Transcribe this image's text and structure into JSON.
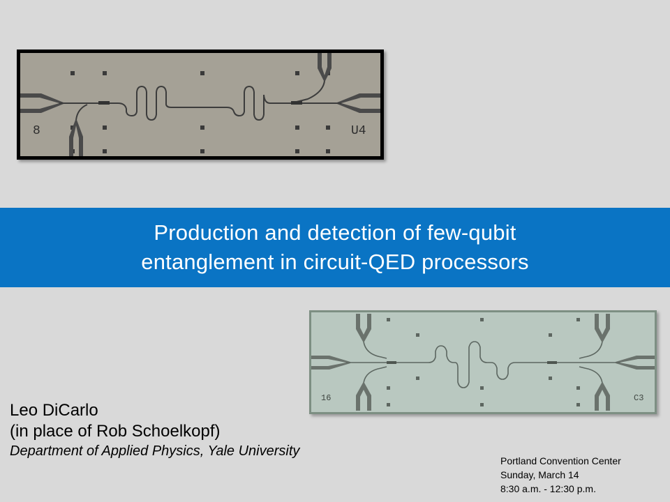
{
  "title": {
    "line1": "Production and detection of few-qubit",
    "line2": "entanglement in circuit-QED processors"
  },
  "author": {
    "name": "Leo DiCarlo",
    "note": "(in place of Rob Schoelkopf)",
    "department": "Department of Applied Physics, Yale University"
  },
  "venue": {
    "location": "Portland Convention Center",
    "date": "Sunday, March 14",
    "time": "8:30 a.m. - 12:30 p.m."
  },
  "chips": {
    "top": {
      "left_label": "8",
      "right_label": "U4"
    },
    "bottom": {
      "left_label": "16",
      "right_label": "C3"
    }
  },
  "colors": {
    "background": "#d9d9d9",
    "title_band": "#0a74c4",
    "chip1_substrate": "#a5a196",
    "chip2_substrate": "#b9c8c0"
  }
}
